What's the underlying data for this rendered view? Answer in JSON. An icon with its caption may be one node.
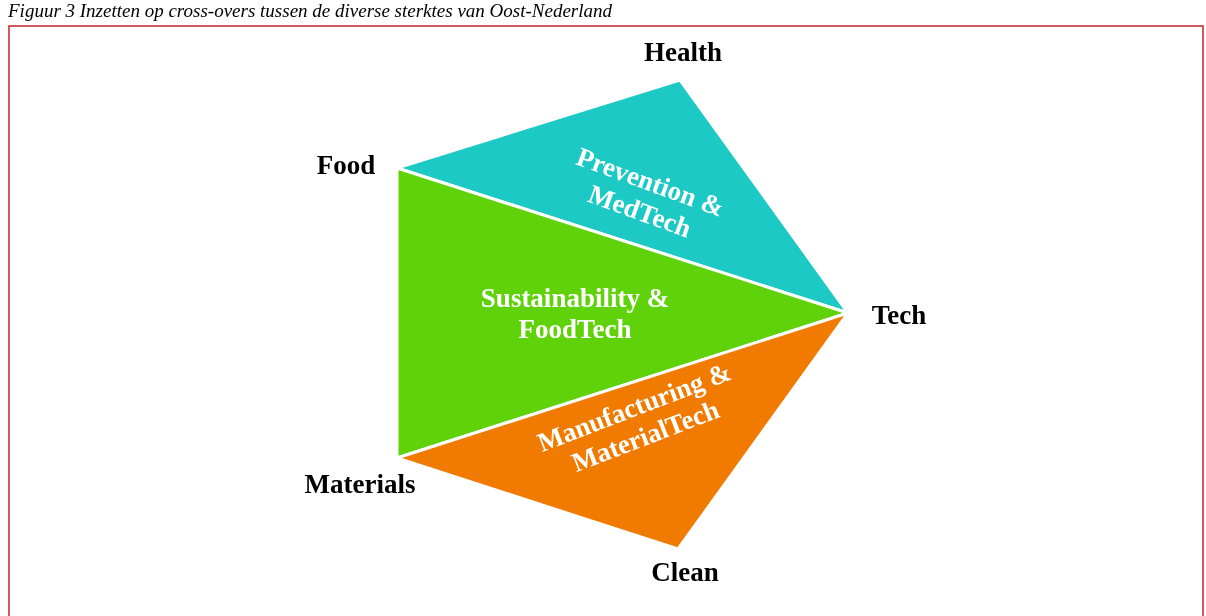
{
  "diagram": {
    "title": "Figuur 3 Inzetten op cross-overs tussen de diverse sterktes van Oost-Nederland",
    "nodes": [
      {
        "text": [
          "Prevention & MedTech"
        ]
      },
      {
        "text": [
          "Sustainability & FoodTech"
        ]
      },
      {
        "text": [
          "Manufacturing & MaterialTech"
        ]
      }
    ],
    "labels": [
      "Health",
      "Food",
      "Tech",
      "Materials",
      "Clean"
    ]
  }
}
